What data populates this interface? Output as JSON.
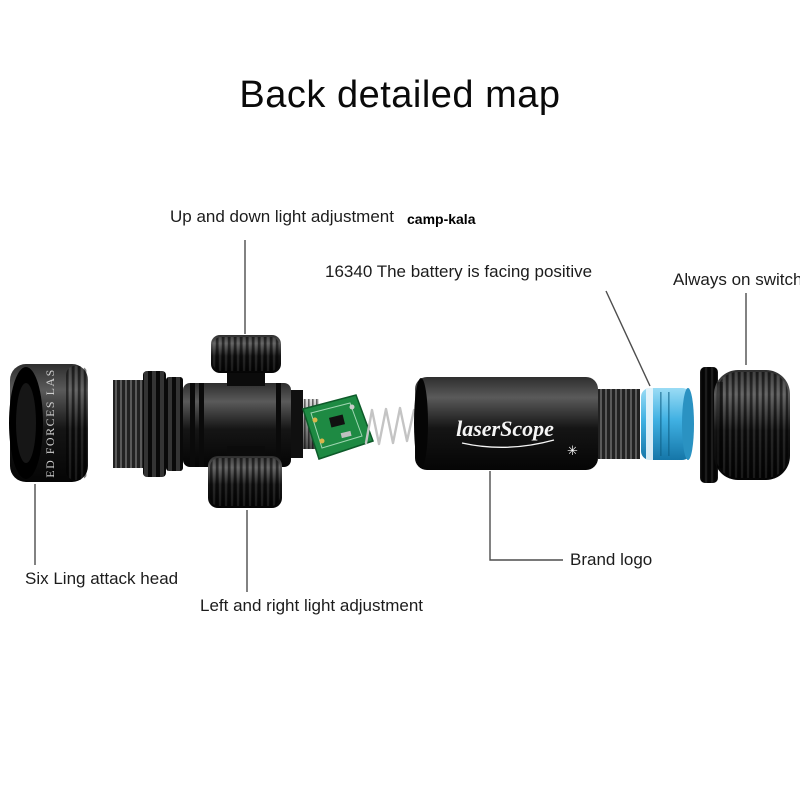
{
  "title": "Back detailed map",
  "watermark": "camp-kala",
  "labels": {
    "up_down": "Up and down light adjustment",
    "battery": "16340 The battery is facing positive",
    "always_on_switch": "Always on switch",
    "attack_head": "Six Ling attack head",
    "left_right": "Left and right light adjustment",
    "brand_logo": "Brand logo"
  },
  "device": {
    "brand_text": "laserScope",
    "head_text": "ED FORCES LAS",
    "parts": [
      "six-ling-attack-head",
      "adjustment-body",
      "circuit-board",
      "spring",
      "main-tube",
      "battery-16340",
      "always-on-switch-cap"
    ]
  },
  "colors": {
    "background": "#ffffff",
    "text": "#1c1c1c",
    "battery_blue": "#3fb0e2",
    "circuit_green": "#1e8a43"
  }
}
